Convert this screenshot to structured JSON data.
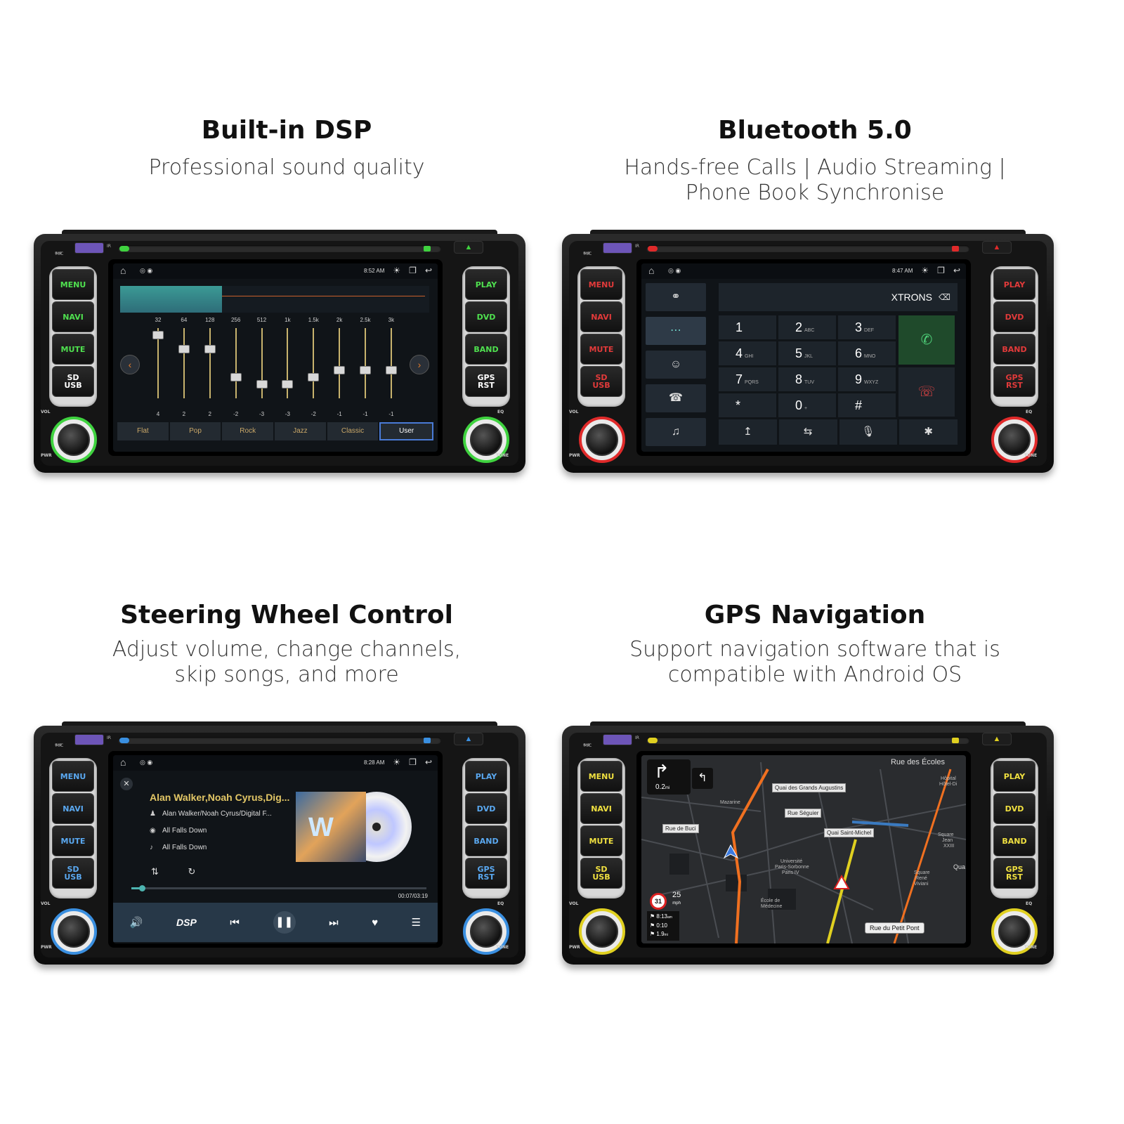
{
  "panels": [
    {
      "title": "Built-in DSP",
      "subtitle": "Professional sound quality",
      "accent": "#3fd23f",
      "status_time": "8:52 AM",
      "buttons_left": [
        "MENU",
        "NAVI",
        "MUTE",
        "SD\nUSB"
      ],
      "buttons_right": [
        "PLAY",
        "DVD",
        "BAND",
        "GPS\nRST"
      ],
      "button_label_color": "#4fe04f",
      "dsp": {
        "frequencies": [
          "32",
          "64",
          "128",
          "256",
          "512",
          "1k",
          "1.5k",
          "2k",
          "2.5k",
          "3k"
        ],
        "gains": [
          "4",
          "2",
          "2",
          "-2",
          "-3",
          "-3",
          "-2",
          "-1",
          "-1",
          "-1"
        ],
        "gain_values": [
          4,
          2,
          2,
          -2,
          -3,
          -3,
          -2,
          -1,
          -1,
          -1
        ],
        "presets": [
          "Flat",
          "Pop",
          "Rock",
          "Jazz",
          "Classic",
          "User"
        ],
        "active_preset": "User",
        "prev_icon": "chevron-left-icon",
        "next_icon": "chevron-right-icon"
      }
    },
    {
      "title": "Bluetooth 5.0",
      "subtitle_line1": "Hands-free Calls | Audio Streaming |",
      "subtitle_line2": "Phone Book Synchronise",
      "accent": "#e02a2a",
      "status_time": "8:47 AM",
      "buttons_left": [
        "MENU",
        "NAVI",
        "MUTE",
        "SD\nUSB"
      ],
      "buttons_right": [
        "PLAY",
        "DVD",
        "BAND",
        "GPS\nRST"
      ],
      "button_label_color": "#e23a3a",
      "bt": {
        "display_text": "XTRONS",
        "side_icons": [
          "link-icon",
          "dialpad-icon",
          "contact-icon",
          "call-log-icon",
          "music-icon"
        ],
        "keys": [
          {
            "num": "1",
            "sub": ""
          },
          {
            "num": "2",
            "sub": "ABC"
          },
          {
            "num": "3",
            "sub": "DEF"
          },
          {
            "num": "4",
            "sub": "GHI"
          },
          {
            "num": "5",
            "sub": "JKL"
          },
          {
            "num": "6",
            "sub": "MNO"
          },
          {
            "num": "7",
            "sub": "PQRS"
          },
          {
            "num": "8",
            "sub": "TUV"
          },
          {
            "num": "9",
            "sub": "WXYZ"
          },
          {
            "num": "*",
            "sub": ""
          },
          {
            "num": "0",
            "sub": "+"
          },
          {
            "num": "#",
            "sub": ""
          }
        ],
        "bottom_icons": [
          "transfer-icon",
          "switch-icon",
          "mic-mute-icon",
          "bluetooth-icon"
        ]
      }
    },
    {
      "title": "Steering Wheel Control",
      "subtitle_line1": "Adjust volume, change channels,",
      "subtitle_line2": "skip songs, and more",
      "accent": "#3a8fe0",
      "status_time": "8:28 AM",
      "buttons_left": [
        "MENU",
        "NAVI",
        "MUTE",
        "SD\nUSB"
      ],
      "buttons_right": [
        "PLAY",
        "DVD",
        "BAND",
        "GPS\nRST"
      ],
      "button_label_color": "#5aa8f0",
      "music": {
        "title": "Alan Walker,Noah Cyrus,Dig...",
        "artist": "Alan Walker/Noah Cyrus/Digital F...",
        "album": "All Falls Down",
        "song": "All Falls Down",
        "time": "00:07/03:19",
        "progress": 0.035,
        "dsp_label": "DSP"
      }
    },
    {
      "title": "GPS Navigation",
      "subtitle_line1": "Support navigation software that is",
      "subtitle_line2": "compatible with Android OS",
      "accent": "#e0d020",
      "buttons_left": [
        "MENU",
        "NAVI",
        "MUTE",
        "SD\nUSB"
      ],
      "buttons_right": [
        "PLAY",
        "DVD",
        "BAND",
        "GPS\nRST"
      ],
      "button_label_color": "#f0e040",
      "gps": {
        "top_street": "Rue des Écoles",
        "turn_distance": "0.2",
        "turn_unit": "mi",
        "speed_limit": "31",
        "current_speed": "25",
        "speed_unit": "mph",
        "eta": "8:13",
        "eta_unit": "am",
        "remaining_time": "0:10",
        "remaining_distance": "1.9",
        "remaining_distance_unit": "mi",
        "bottom_street": "Rue du Petit Pont",
        "labels": {
          "quai_augustins": "Quai des Grands Augustins",
          "rue_seguier": "Rue Séguier",
          "rue_buci": "Rue de Buci",
          "quai_st_michel": "Quai Saint-Michel",
          "mazarine": "Mazarine",
          "universite_1": "Université",
          "universite_2": "Paris-Sorbonne",
          "universite_3": "Paris IV",
          "ecole_1": "École de",
          "ecole_2": "Médecine",
          "hotel_1": "Hôpital",
          "hotel_2": "Hôtel-Di",
          "square_1a": "Square",
          "square_1b": "René",
          "square_1c": "Viviani",
          "square_2a": "Square",
          "square_2b": "Jean",
          "square_2c": "XXIII",
          "quai_right": "Qua"
        }
      }
    }
  ],
  "unit_labels": {
    "mic": "MIC",
    "ir": "IR",
    "vol": "VOL",
    "pwr": "PWR",
    "eq": "EQ",
    "tune": "TUNE"
  }
}
